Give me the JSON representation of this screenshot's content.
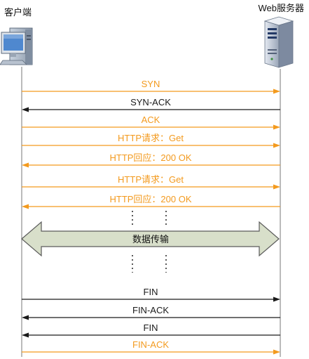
{
  "client": {
    "label": "客户端",
    "icon": "desktop-computer-icon"
  },
  "server": {
    "label": "Web服务器",
    "icon": "server-tower-icon"
  },
  "colors": {
    "orange": "#F39A1E",
    "black": "#1a1a1a",
    "lifeline": "#777777",
    "band_fill": "#D8DFCA",
    "band_stroke": "#5a5a5a"
  },
  "messages": [
    {
      "label": "SYN",
      "direction": "to-server",
      "color": "orange"
    },
    {
      "label": "SYN-ACK",
      "direction": "to-client",
      "color": "black"
    },
    {
      "label": "ACK",
      "direction": "to-server",
      "color": "orange"
    },
    {
      "label": "HTTP请求：Get",
      "direction": "to-server",
      "color": "orange"
    },
    {
      "label": "HTTP回应：200 OK",
      "direction": "to-client",
      "color": "orange"
    },
    {
      "label": "HTTP请求：Get",
      "direction": "to-server",
      "color": "orange"
    },
    {
      "label": "HTTP回应：200 OK",
      "direction": "to-client",
      "color": "orange"
    },
    {
      "label": "FIN",
      "direction": "to-server",
      "color": "black"
    },
    {
      "label": "FIN-ACK",
      "direction": "to-client",
      "color": "black"
    },
    {
      "label": "FIN",
      "direction": "to-client",
      "color": "black"
    },
    {
      "label": "FIN-ACK",
      "direction": "to-server",
      "color": "orange"
    }
  ],
  "transfer": {
    "label": "数据传输",
    "style": "double-arrow"
  }
}
